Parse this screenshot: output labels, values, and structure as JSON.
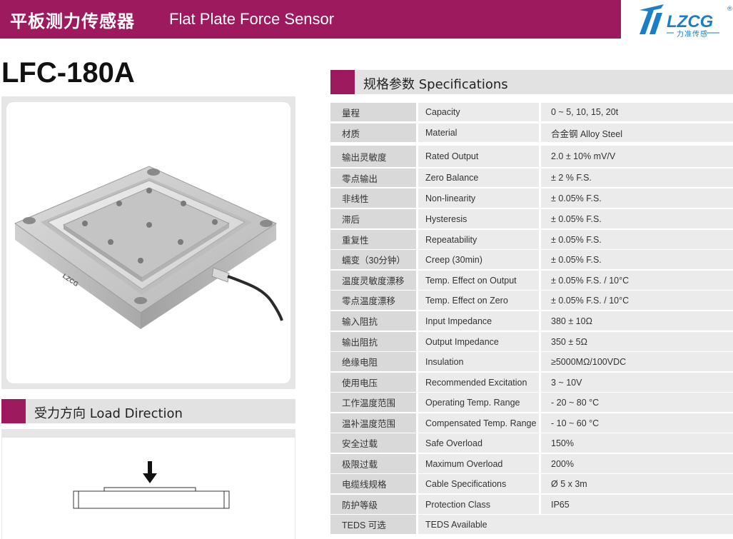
{
  "header": {
    "title_cn": "平板测力传感器",
    "title_en": "Flat Plate Force Sensor",
    "logo_text": "LZCG",
    "logo_sub": "力准传感",
    "logo_reg": "®"
  },
  "model": "LFC-180A",
  "photo": {
    "brand_mark": "LZCG"
  },
  "load_section": {
    "title": "受力方向 Load Direction"
  },
  "spec_section": {
    "title": "规格参数 Specifications",
    "rows": [
      {
        "cn": "量程",
        "en": "Capacity",
        "value": "0 ~ 5, 10, 15, 20t"
      },
      {
        "cn": "材质",
        "en": "Material",
        "value": "合金钢 Alloy Steel"
      },
      {
        "cn": "输出灵敏度",
        "en": "Rated Output",
        "value": "2.0 ± 10% mV/V"
      },
      {
        "cn": "零点输出",
        "en": "Zero Balance",
        "value": "± 2 % F.S."
      },
      {
        "cn": "非线性",
        "en": "Non-linearity",
        "value": "± 0.05% F.S."
      },
      {
        "cn": "滞后",
        "en": "Hysteresis",
        "value": "± 0.05% F.S."
      },
      {
        "cn": "重复性",
        "en": "Repeatability",
        "value": "± 0.05% F.S."
      },
      {
        "cn": "蠕变（30分钟）",
        "en": "Creep (30min)",
        "value": "± 0.05% F.S."
      },
      {
        "cn": "温度灵敏度漂移",
        "en": "Temp. Effect on Output",
        "value": "± 0.05% F.S. / 10°C"
      },
      {
        "cn": "零点温度漂移",
        "en": "Temp. Effect on Zero",
        "value": "± 0.05% F.S. / 10°C"
      },
      {
        "cn": "输入阻抗",
        "en": "Input Impedance",
        "value": "380 ± 10Ω"
      },
      {
        "cn": "输出阻抗",
        "en": "Output Impedance",
        "value": "350 ± 5Ω"
      },
      {
        "cn": "绝缘电阻",
        "en": "Insulation",
        "value": "≥5000MΩ/100VDC"
      },
      {
        "cn": "使用电压",
        "en": "Recommended Excitation",
        "value": "3 ~ 10V"
      },
      {
        "cn": "工作温度范围",
        "en": "Operating Temp. Range",
        "value": "- 20 ~ 80 °C"
      },
      {
        "cn": "温补温度范围",
        "en": "Compensated Temp. Range",
        "value": "- 10 ~ 60 °C"
      },
      {
        "cn": "安全过载",
        "en": "Safe Overload",
        "value": "150%"
      },
      {
        "cn": "极限过载",
        "en": "Maximum Overload",
        "value": "200%"
      },
      {
        "cn": "电缆线规格",
        "en": "Cable Specifications",
        "value": "Ø 5 x 3m"
      },
      {
        "cn": "防护等级",
        "en": "Protection Class",
        "value": "IP65"
      },
      {
        "cn": "TEDS 可选",
        "en": "TEDS Available",
        "value": ""
      }
    ]
  },
  "colors": {
    "brand": "#9e1a5e",
    "logo_blue": "#1a7fc7",
    "label_bg": "#d9d9d9",
    "cell_bg": "#ebebeb"
  }
}
